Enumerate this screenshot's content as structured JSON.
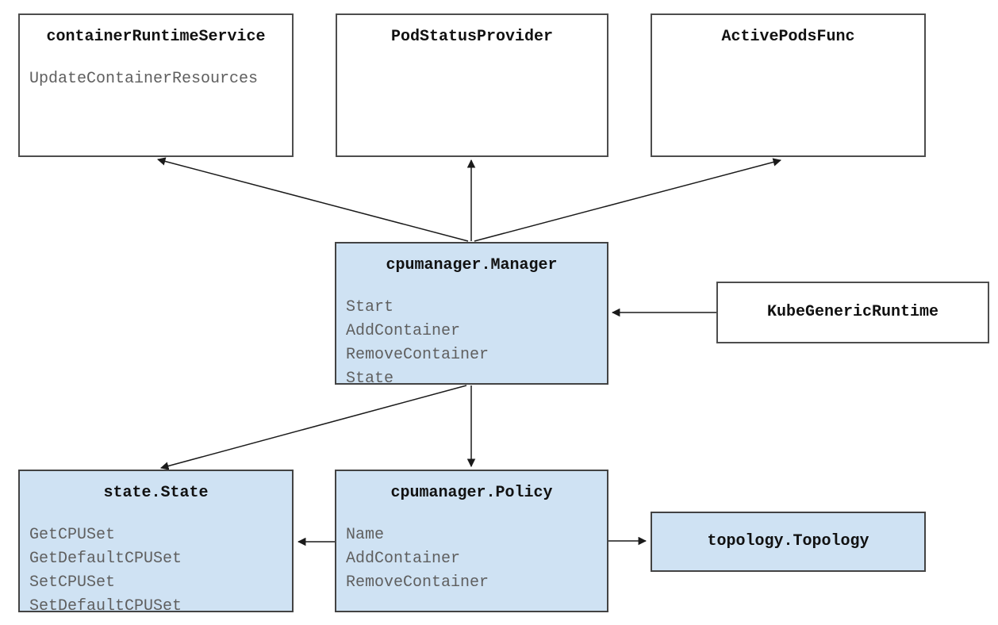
{
  "diagram": {
    "nodes": {
      "container_runtime_service": {
        "title": "containerRuntimeService",
        "methods": [
          "UpdateContainerResources"
        ],
        "highlighted": false
      },
      "pod_status_provider": {
        "title": "PodStatusProvider",
        "methods": [],
        "highlighted": false
      },
      "active_pods_func": {
        "title": "ActivePodsFunc",
        "methods": [],
        "highlighted": false
      },
      "cpumanager_manager": {
        "title": "cpumanager.Manager",
        "methods": [
          "Start",
          "AddContainer",
          "RemoveContainer",
          "State"
        ],
        "highlighted": true
      },
      "kube_generic_runtime": {
        "title": "KubeGenericRuntime",
        "methods": [],
        "highlighted": false
      },
      "state_state": {
        "title": "state.State",
        "methods": [
          "GetCPUSet",
          "GetDefaultCPUSet",
          "SetCPUSet",
          "SetDefaultCPUSet"
        ],
        "highlighted": true
      },
      "cpumanager_policy": {
        "title": "cpumanager.Policy",
        "methods": [
          "Name",
          "AddContainer",
          "RemoveContainer"
        ],
        "highlighted": true
      },
      "topology_topology": {
        "title": "topology.Topology",
        "methods": [],
        "highlighted": true
      }
    },
    "edges": [
      {
        "from": "cpumanager.Manager",
        "to": "containerRuntimeService"
      },
      {
        "from": "cpumanager.Manager",
        "to": "PodStatusProvider"
      },
      {
        "from": "cpumanager.Manager",
        "to": "ActivePodsFunc"
      },
      {
        "from": "KubeGenericRuntime",
        "to": "cpumanager.Manager"
      },
      {
        "from": "cpumanager.Manager",
        "to": "state.State"
      },
      {
        "from": "cpumanager.Manager",
        "to": "cpumanager.Policy"
      },
      {
        "from": "cpumanager.Policy",
        "to": "state.State"
      },
      {
        "from": "cpumanager.Policy",
        "to": "topology.Topology"
      }
    ],
    "colors": {
      "highlight_fill": "#cfe2f3",
      "plain_fill": "#ffffff",
      "node_border": "#4d4d4d",
      "title_text": "#111111",
      "method_text": "#5f5f5f",
      "arrow": "#1a1a1a",
      "background": "#ffffff"
    }
  }
}
